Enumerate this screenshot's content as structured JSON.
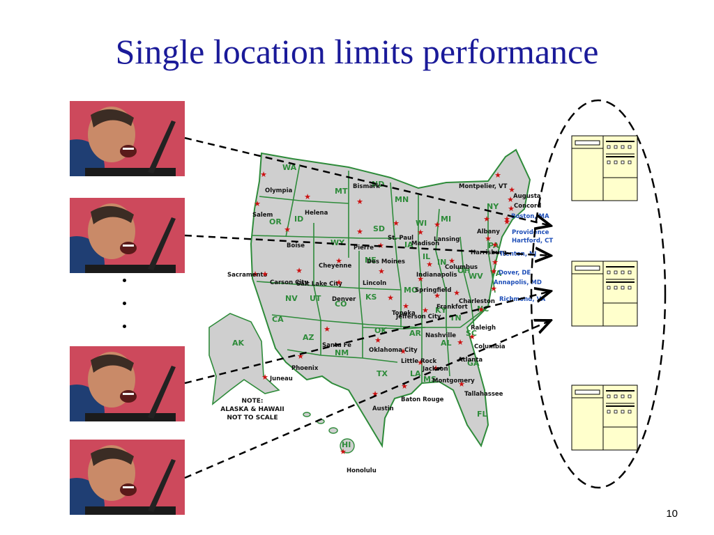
{
  "slide": {
    "title": "Single location limits performance",
    "number": "10"
  },
  "users": {
    "count_shown": 4,
    "ellipsis": "..."
  },
  "map": {
    "note_lines": [
      "NOTE:",
      "ALASKA & HAWAII",
      "NOT TO SCALE"
    ],
    "states": [
      "WA",
      "MT",
      "ND",
      "MN",
      "WI",
      "MI",
      "OR",
      "ID",
      "SD",
      "WY",
      "NE",
      "IA",
      "IL",
      "IN",
      "OH",
      "PA",
      "NY",
      "NV",
      "UT",
      "CO",
      "KS",
      "MO",
      "KY",
      "WV",
      "VA",
      "CA",
      "AZ",
      "NM",
      "OK",
      "AR",
      "TN",
      "NC",
      "SC",
      "AL",
      "MS",
      "GA",
      "LA",
      "TX",
      "FL",
      "AK",
      "HI"
    ],
    "capitals": [
      "Olympia",
      "Salem",
      "Helena",
      "Bismark",
      "St. Paul",
      "Madison",
      "Lansing",
      "Boise",
      "Pierre",
      "Cheyenne",
      "Des Moines",
      "Lincoln",
      "Sacramento",
      "Carson City",
      "Salt Lake City",
      "Denver",
      "Topeka",
      "Springfield",
      "Indianapolis",
      "Columbus",
      "Harrisburg",
      "Charleston",
      "Frankfort",
      "Jefferson City",
      "Nashville",
      "Raleigh",
      "Columbia",
      "Atlanta",
      "Montgomery",
      "Jackson",
      "Little Rock",
      "Oklahoma City",
      "Santa Fe",
      "Phoenix",
      "Austin",
      "Baton Rouge",
      "Tallahassee",
      "Juneau",
      "Honolulu",
      "Richmond, VA",
      "Dover, DE",
      "Annapolis, MD",
      "Trenton, NJ",
      "Hartford, CT",
      "Providence",
      "Boston, MA",
      "Concord",
      "Augusta",
      "Montpelier, VT",
      "Albany"
    ]
  },
  "server_cluster": {
    "server_count": 3
  },
  "colors": {
    "title": "#1a1a99",
    "map_fill": "#cfcfcf",
    "map_border": "#2e8b3a",
    "capital_star": "#cc1111",
    "server_fill": "#ffffcc"
  }
}
